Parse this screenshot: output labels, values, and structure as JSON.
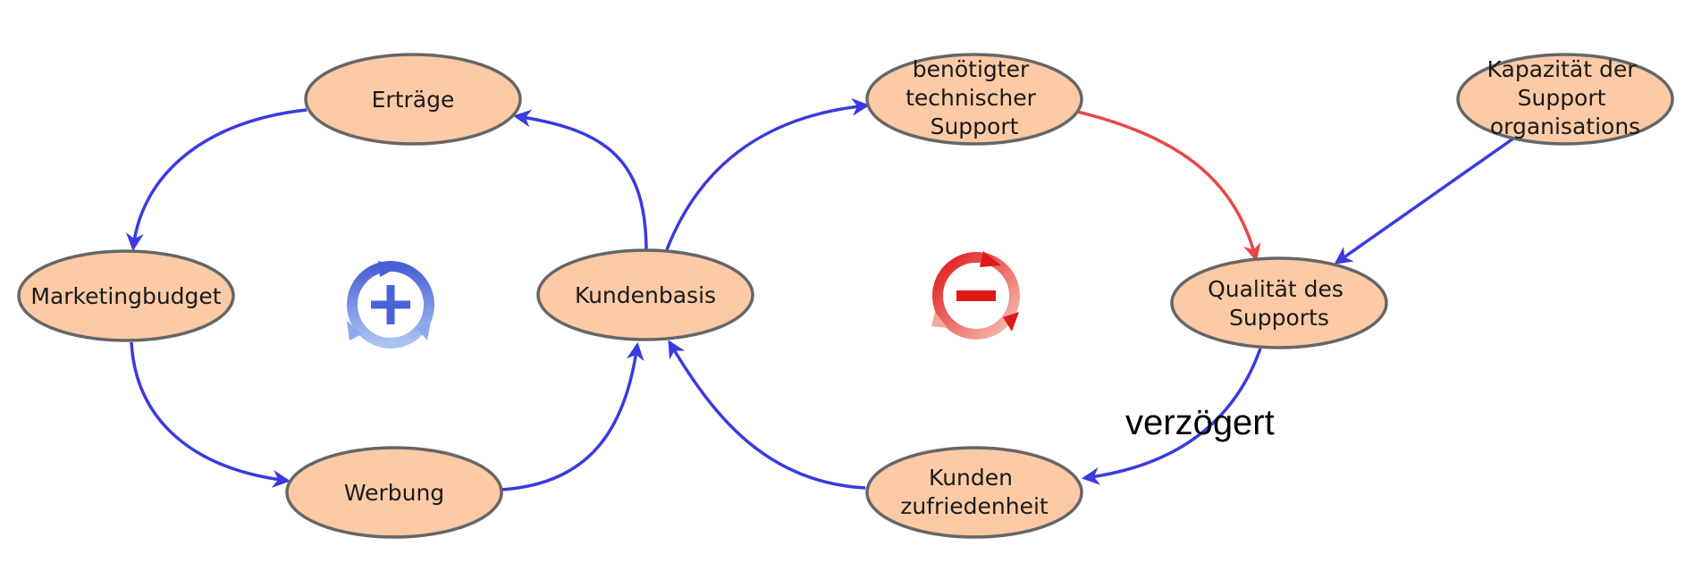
{
  "diagram": {
    "nodes": [
      {
        "id": "ertraege",
        "lines": [
          "Erträge"
        ]
      },
      {
        "id": "marketingbudget",
        "lines": [
          "Marketingbudget"
        ]
      },
      {
        "id": "werbung",
        "lines": [
          "Werbung"
        ]
      },
      {
        "id": "kundenbasis",
        "lines": [
          "Kundenbasis"
        ]
      },
      {
        "id": "support-bedarf",
        "lines": [
          "benötigter",
          "technischer",
          "Support"
        ]
      },
      {
        "id": "kapazitaet",
        "lines": [
          "Kapazität der",
          "Support",
          "organisations"
        ]
      },
      {
        "id": "qualitaet",
        "lines": [
          "Qualität des",
          "Supports"
        ]
      },
      {
        "id": "zufriedenheit",
        "lines": [
          "Kunden",
          "zufriedenheit"
        ]
      }
    ],
    "edges": [
      {
        "from": "ertraege",
        "to": "marketingbudget",
        "polarity": "positive"
      },
      {
        "from": "marketingbudget",
        "to": "werbung",
        "polarity": "positive"
      },
      {
        "from": "werbung",
        "to": "kundenbasis",
        "polarity": "positive"
      },
      {
        "from": "kundenbasis",
        "to": "ertraege",
        "polarity": "positive"
      },
      {
        "from": "kundenbasis",
        "to": "support-bedarf",
        "polarity": "positive"
      },
      {
        "from": "support-bedarf",
        "to": "qualitaet",
        "polarity": "negative"
      },
      {
        "from": "kapazitaet",
        "to": "qualitaet",
        "polarity": "positive"
      },
      {
        "from": "qualitaet",
        "to": "zufriedenheit",
        "polarity": "positive",
        "delayed": true
      },
      {
        "from": "zufriedenheit",
        "to": "kundenbasis",
        "polarity": "positive"
      }
    ],
    "loops": [
      {
        "type": "reinforcing",
        "symbol": "+",
        "icon": "reinforcing-loop-icon"
      },
      {
        "type": "balancing",
        "symbol": "−",
        "icon": "balancing-loop-icon"
      }
    ],
    "delay_label": "verzögert",
    "colors": {
      "node_fill": "#fccaa5",
      "node_stroke": "#666666",
      "positive_link": "#3a3ae0",
      "negative_link": "#e84848",
      "reinforcing_icon": "#4a62d8",
      "balancing_icon": "#e01818"
    }
  }
}
